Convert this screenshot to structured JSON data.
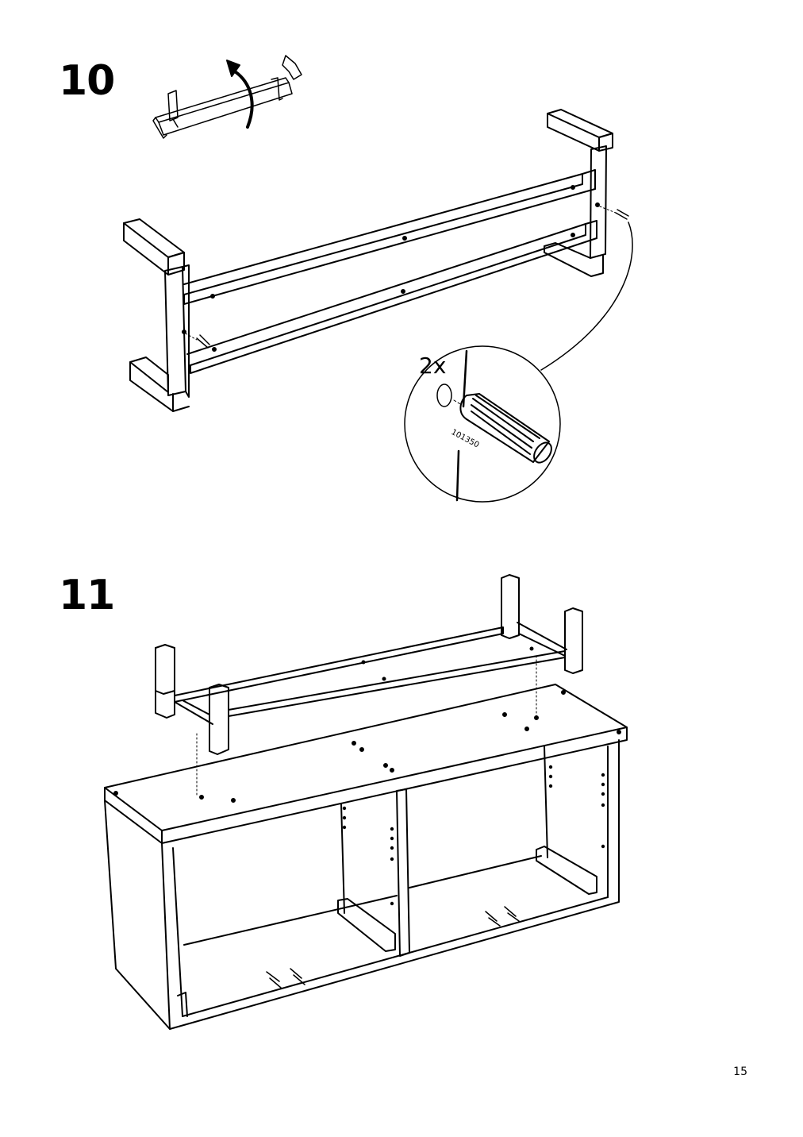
{
  "steps": [
    {
      "number": "10",
      "quantity_label": "2x",
      "part_number": "101350"
    },
    {
      "number": "11"
    }
  ],
  "page": {
    "number": "15"
  }
}
